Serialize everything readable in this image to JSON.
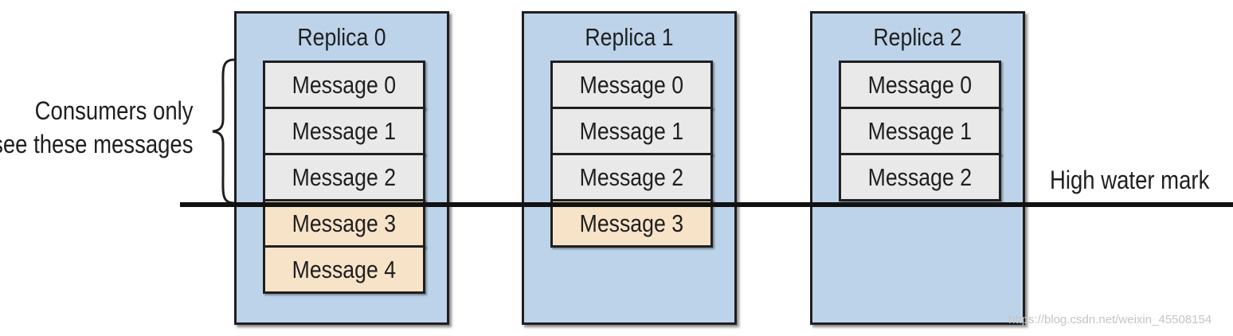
{
  "replicas": [
    {
      "title": "Replica 0",
      "messages": [
        {
          "label": "Message 0",
          "state": "committed"
        },
        {
          "label": "Message 1",
          "state": "committed"
        },
        {
          "label": "Message 2",
          "state": "committed"
        },
        {
          "label": "Message 3",
          "state": "uncommitted"
        },
        {
          "label": "Message 4",
          "state": "uncommitted"
        }
      ]
    },
    {
      "title": "Replica 1",
      "messages": [
        {
          "label": "Message 0",
          "state": "committed"
        },
        {
          "label": "Message 1",
          "state": "committed"
        },
        {
          "label": "Message 2",
          "state": "committed"
        },
        {
          "label": "Message 3",
          "state": "uncommitted"
        }
      ]
    },
    {
      "title": "Replica 2",
      "messages": [
        {
          "label": "Message 0",
          "state": "committed"
        },
        {
          "label": "Message 1",
          "state": "committed"
        },
        {
          "label": "Message 2",
          "state": "committed"
        }
      ]
    }
  ],
  "consumers_note": {
    "line1": "Consumers only",
    "line2": "see these messages"
  },
  "high_water_mark": {
    "label": "High water mark"
  },
  "watermark": "https://blog.csdn.net/weixin_45508154",
  "colors": {
    "replica_fill": "#bcd3ea",
    "committed_fill": "#e9e9e9",
    "uncommitted_fill": "#f7e3c8",
    "border": "#1f1f1f"
  }
}
